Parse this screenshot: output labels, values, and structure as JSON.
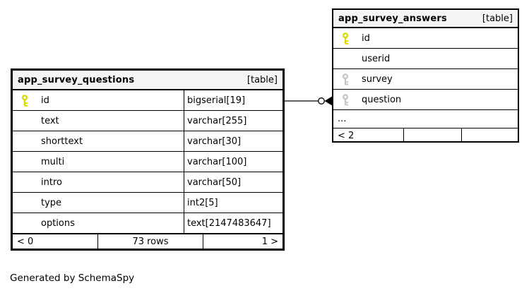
{
  "note": "Generated by SchemaSpy",
  "colors": {
    "background": "#ffffff",
    "border": "#000000",
    "header_bg": "#f4f4f4",
    "primary_key_icon": "#d9d900",
    "foreign_key_icon": "#c6c6c6"
  },
  "icons": {
    "primary_key": "key-icon (yellow)",
    "foreign_key": "key-icon (gray)",
    "relationship_end": "open-circle + filled left arrowhead"
  },
  "relationship": {
    "from": "app_survey_questions.id",
    "to": "app_survey_answers.question"
  },
  "tables": [
    {
      "name": "app_survey_questions",
      "badge": "[table]",
      "columns": [
        {
          "name": "id",
          "type": "bigserial[19]",
          "key": "primary"
        },
        {
          "name": "text",
          "type": "varchar[255]"
        },
        {
          "name": "shorttext",
          "type": "varchar[30]"
        },
        {
          "name": "multi",
          "type": "varchar[100]"
        },
        {
          "name": "intro",
          "type": "varchar[50]"
        },
        {
          "name": "type",
          "type": "int2[5]"
        },
        {
          "name": "options",
          "type": "text[2147483647]"
        }
      ],
      "footer": {
        "left": "< 0",
        "center": "73 rows",
        "right": "1 >"
      }
    },
    {
      "name": "app_survey_answers",
      "badge": "[table]",
      "columns": [
        {
          "name": "id",
          "key": "primary"
        },
        {
          "name": "userid"
        },
        {
          "name": "survey",
          "key": "foreign"
        },
        {
          "name": "question",
          "key": "foreign"
        }
      ],
      "ellipsis": "...",
      "footer": {
        "left": "< 2",
        "center": "",
        "right": ""
      }
    }
  ]
}
